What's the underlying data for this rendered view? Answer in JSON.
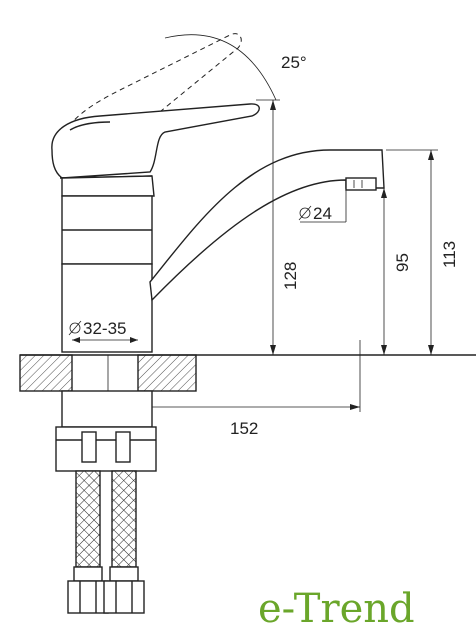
{
  "dimensions": {
    "angle": "25°",
    "spout_diameter": "24",
    "body_height": "128",
    "spout_height": "95",
    "total_height": "113",
    "mount_hole": "32-35",
    "reach": "152",
    "diameter_symbol": "Ø"
  },
  "brand": {
    "logo_text": "e-Trend",
    "color": "#6aa62a"
  }
}
